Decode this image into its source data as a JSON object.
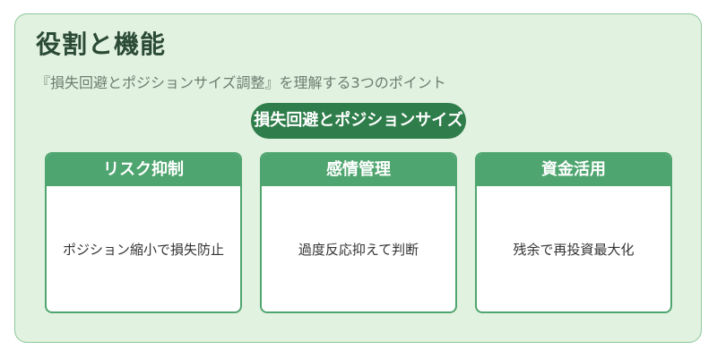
{
  "title": "役割と機能",
  "subtitle": "『損失回避とポジションサイズ調整』を理解する3つのポイント",
  "center_label": "損失回避とポジションサイズ",
  "cards": [
    {
      "header": "リスク抑制",
      "body": "ポジション縮小で損失防止"
    },
    {
      "header": "感情管理",
      "body": "過度反応抑えて判断"
    },
    {
      "header": "資金活用",
      "body": "残余で再投資最大化"
    }
  ],
  "colors": {
    "background": "#e2f2e0",
    "border": "#8ac79a",
    "pill": "#2e7d4a",
    "card_header": "#4fa56f"
  }
}
